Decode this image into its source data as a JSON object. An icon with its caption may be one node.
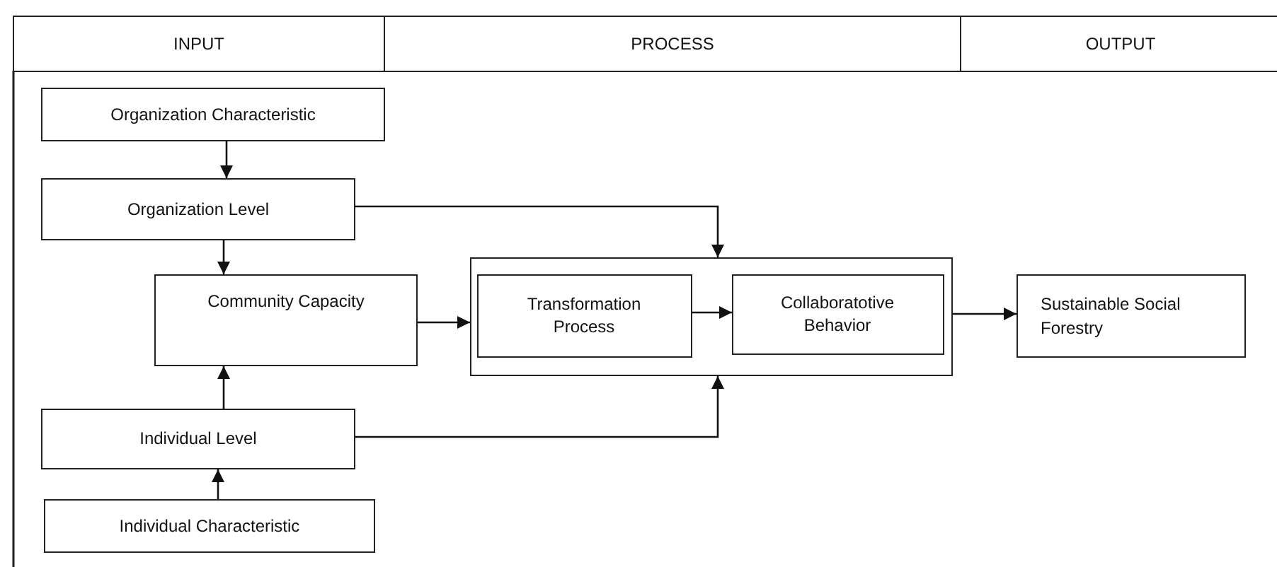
{
  "diagram": {
    "nodes": [
      {
        "text": [
          "INPUT"
        ]
      },
      {
        "text": [
          "PROCESS"
        ]
      },
      {
        "text": [
          "OUTPUT"
        ]
      },
      {
        "text": [
          "Organization Characteristic"
        ]
      },
      {
        "text": [
          "Organization Level"
        ]
      },
      {
        "text": [
          "Community Capacity"
        ]
      },
      {
        "text": [],
        "shape": "box"
      },
      {
        "text": [
          "Transformation Process"
        ],
        "in": 6
      },
      {
        "text": [
          "Collaboratotive Behavior"
        ],
        "in": 6
      },
      {
        "text": [
          "Individual Level"
        ]
      },
      {
        "text": [
          "Individual Characteristic"
        ]
      },
      {
        "text": [
          "Sustainable Social Forestry"
        ]
      }
    ],
    "edges": [
      {
        "from": 3,
        "to": 4,
        "arrow": "to"
      },
      {
        "from": 4,
        "to": 5,
        "arrow": "to"
      },
      {
        "from": 4,
        "to": 6,
        "arrow": "to"
      },
      {
        "from": 9,
        "to": 5,
        "arrow": "to"
      },
      {
        "from": 10,
        "to": 9,
        "arrow": "to"
      },
      {
        "from": 9,
        "to": 6,
        "arrow": "to"
      },
      {
        "from": 5,
        "to": 6,
        "arrow": "to"
      },
      {
        "from": 7,
        "to": 8,
        "arrow": "to"
      },
      {
        "from": 6,
        "to": 11,
        "arrow": "to"
      }
    ]
  }
}
